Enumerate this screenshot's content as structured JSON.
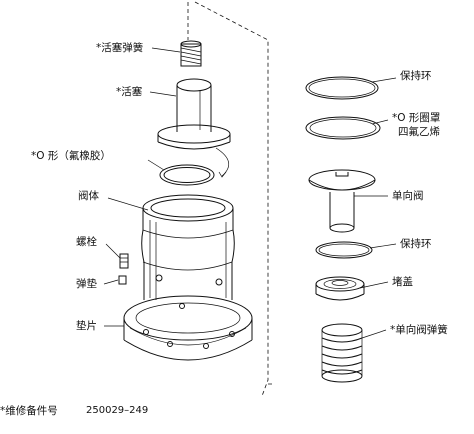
{
  "labels": {
    "piston_spring": "*活塞弹簧",
    "piston": "*活塞",
    "o_ring_neoprene": "*O 形（氟橡胶）",
    "valve_body": "阀体",
    "bolt": "螺栓",
    "spring_washer": "弹垫",
    "gasket": "垫片",
    "retaining_ring_top": "保持环",
    "o_ring_ptfe_line1": "*O 形圈罩",
    "o_ring_ptfe_line2": "四氟乙烯",
    "check_valve": "单向阀",
    "retaining_ring_mid": "保持环",
    "plug_cap": "堵盖",
    "check_valve_spring": "*单向阀弹簧"
  },
  "footer": {
    "spare_part_label": "*维修备件号",
    "spare_part_number": "250029–249"
  }
}
